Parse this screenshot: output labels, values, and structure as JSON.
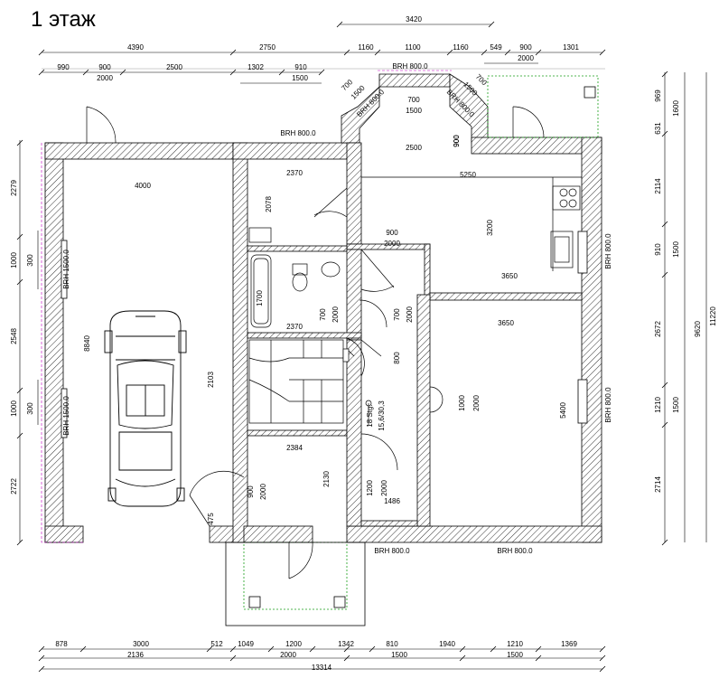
{
  "title": "1 этаж",
  "dims_top": [
    {
      "t": "3420"
    },
    {
      "t": "4390"
    },
    {
      "t": "2750"
    },
    {
      "t": "1160"
    },
    {
      "t": "1100"
    },
    {
      "t": "1160"
    },
    {
      "t": "549"
    },
    {
      "t": "900"
    },
    {
      "t": "1301"
    },
    {
      "t": "2000"
    },
    {
      "t": "990"
    },
    {
      "t": "900"
    },
    {
      "t": "2500"
    },
    {
      "t": "1302"
    },
    {
      "t": "910"
    },
    {
      "t": "2000"
    },
    {
      "t": "1500"
    }
  ],
  "dims_bottom": [
    {
      "t": "878"
    },
    {
      "t": "3000"
    },
    {
      "t": "512"
    },
    {
      "t": "1049"
    },
    {
      "t": "1200"
    },
    {
      "t": "1342"
    },
    {
      "t": "810"
    },
    {
      "t": "1940"
    },
    {
      "t": "1210"
    },
    {
      "t": "1369"
    },
    {
      "t": "2136"
    },
    {
      "t": "2000"
    },
    {
      "t": "1500"
    },
    {
      "t": "1500"
    },
    {
      "t": "13314"
    }
  ],
  "dims_left": [
    {
      "t": "2279"
    },
    {
      "t": "1000"
    },
    {
      "t": "300"
    },
    {
      "t": "2548"
    },
    {
      "t": "1000"
    },
    {
      "t": "300"
    },
    {
      "t": "2722"
    }
  ],
  "dims_right": [
    {
      "t": "969"
    },
    {
      "t": "1600"
    },
    {
      "t": "631"
    },
    {
      "t": "2114"
    },
    {
      "t": "910"
    },
    {
      "t": "1500"
    },
    {
      "t": "2672"
    },
    {
      "t": "1210"
    },
    {
      "t": "1500"
    },
    {
      "t": "2714"
    },
    {
      "t": "9620"
    },
    {
      "t": "11220"
    }
  ],
  "interior": [
    {
      "t": "4000"
    },
    {
      "t": "8840"
    },
    {
      "t": "2370"
    },
    {
      "t": "2078"
    },
    {
      "t": "1700"
    },
    {
      "t": "2370"
    },
    {
      "t": "2500"
    },
    {
      "t": "5250"
    },
    {
      "t": "3200"
    },
    {
      "t": "900"
    },
    {
      "t": "900"
    },
    {
      "t": "2000"
    },
    {
      "t": "3650"
    },
    {
      "t": "3650"
    },
    {
      "t": "700"
    },
    {
      "t": "2000"
    },
    {
      "t": "700"
    },
    {
      "t": "2000"
    },
    {
      "t": "2103"
    },
    {
      "t": "800"
    },
    {
      "t": "1000"
    },
    {
      "t": "2000"
    },
    {
      "t": "5400"
    },
    {
      "t": "18 Stg."
    },
    {
      "t": "15,6/30,3"
    },
    {
      "t": "2384"
    },
    {
      "t": "2130"
    },
    {
      "t": "900"
    },
    {
      "t": "2000"
    },
    {
      "t": "1200"
    },
    {
      "t": "2000"
    },
    {
      "t": "1486"
    },
    {
      "t": "475"
    },
    {
      "t": "700"
    },
    {
      "t": "1500"
    },
    {
      "t": "700"
    },
    {
      "t": "1500"
    },
    {
      "t": "700"
    },
    {
      "t": "1500"
    },
    {
      "t": "900"
    }
  ],
  "window_labels": [
    {
      "t": "BRH 800.0"
    },
    {
      "t": "BRH 800.0"
    },
    {
      "t": "BRH 800.0"
    },
    {
      "t": "BRH 800.0"
    },
    {
      "t": "BRH 800.0"
    },
    {
      "t": "BRH 800.0"
    },
    {
      "t": "BRH 800.0"
    },
    {
      "t": "BRH 800.0"
    },
    {
      "t": "BRH 1500.0"
    },
    {
      "t": "BRH 1500.0"
    }
  ]
}
